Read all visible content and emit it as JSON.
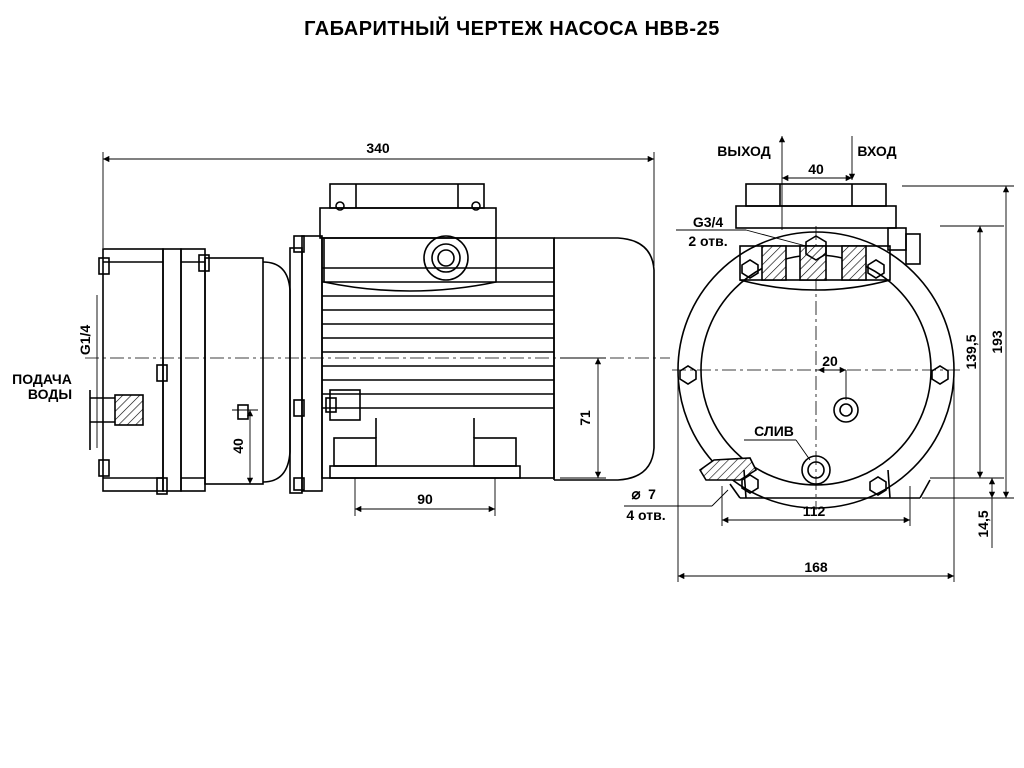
{
  "title": "ГАБАРИТНЫЙ ЧЕРТЕЖ НАСОСА НВВ-25",
  "side_view": {
    "dim_length": "340",
    "dim_feet_spacing": "90",
    "dim_inlet_height": "40",
    "dim_axis_height": "71",
    "inlet_thread": "G1/4",
    "inlet_label_line1": "ПОДАЧА",
    "inlet_label_line2": "ВОДЫ"
  },
  "front_view": {
    "outlet_label": "ВЫХОД",
    "inlet_label": "ВХОД",
    "dim_port_spacing": "40",
    "port_thread": "G3/4",
    "port_count": "2 отв.",
    "dim_offset": "20",
    "drain_label": "СЛИВ",
    "hole_diameter": "7",
    "hole_count": "4 отв.",
    "dim_holes_spacing": "112",
    "dim_width": "168",
    "dim_axis_height": "139,5",
    "dim_total_height": "193",
    "dim_foot_height": "14,5"
  }
}
